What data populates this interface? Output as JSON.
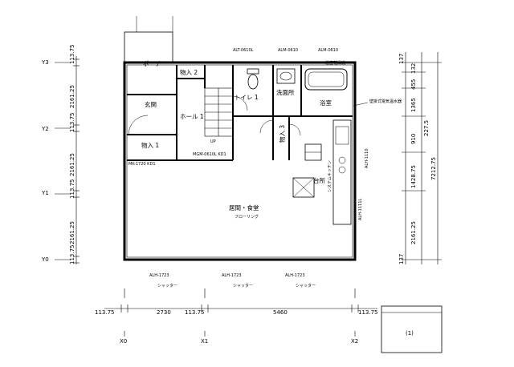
{
  "grid": {
    "rows": [
      "Y3",
      "Y2",
      "Y1",
      "Y0"
    ],
    "cols": [
      "X0",
      "X1",
      "X2"
    ]
  },
  "rooms": {
    "porch": "ポーチ",
    "storage2": "物入 2",
    "genkan": "玄関",
    "toilet": "トイレ 1",
    "washroom": "洗面所",
    "bath": "浴室",
    "hall": "ホール 1",
    "storage1": "物入 1",
    "storage3": "物入 3",
    "kitchen": "台所",
    "living": "居間・食堂"
  },
  "windows": {
    "top_center": "ALT-0610L",
    "top_right1": "ALM-0610",
    "top_right2": "ALM-0610",
    "left_wall": "MK-1720 KD1",
    "hall_door": "MGM-0610L KD1",
    "right_side": "ALH-1110",
    "right_lower": "ALH-1111L",
    "bottom1": "ALH-1723",
    "bottom2": "ALH-1723",
    "bottom3": "ALH-1723"
  },
  "shutters": [
    "シャッター",
    "シャッター",
    "シャッター"
  ],
  "dims": {
    "left": [
      "113.75",
      "2161.25",
      "113.75",
      "2161.25",
      "113.75",
      "2161.25",
      "113.75"
    ],
    "right_a": [
      "137",
      "132",
      "455",
      "1365",
      "910",
      "1428.75",
      "2161.25",
      "137"
    ],
    "right_b": "227.5",
    "right_total": "7212.75",
    "bottom": [
      "113.75",
      "2730",
      "113.75",
      "5460",
      "113.75"
    ]
  },
  "notes": {
    "kitchen_counter": "システムキッチン",
    "bath_note": "浴室乾燥機",
    "right_annotation": "壁掛式電気温水器",
    "stair_up": "UP",
    "flooring": "フローリング",
    "stamp_value": "(1)"
  }
}
